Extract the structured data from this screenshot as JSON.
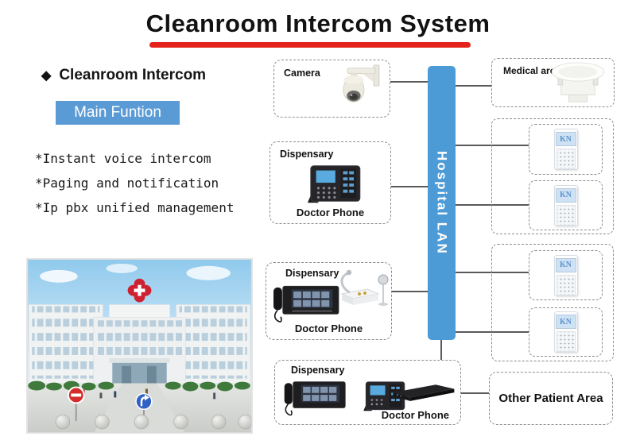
{
  "title": {
    "text": "Cleanroom Intercom System"
  },
  "colors": {
    "title_underline_red": "#e3231c",
    "accent_blue": "#5b9bd5",
    "lan_bar_blue": "#4d9bd6",
    "connector_gray": "#5a5a5a"
  },
  "intro": {
    "bullet_icon": "◆",
    "heading": "Cleanroom Intercom",
    "main_function_label": "Main Funtion",
    "features": [
      "*Instant voice intercom",
      "*Paging and notification",
      "*Ip pbx unified management"
    ]
  },
  "diagram": {
    "hospital_lan_label": "Hospital LAN",
    "camera": {
      "label": "Camera"
    },
    "dispensary_top": {
      "label": "Dispensary",
      "device_label": "Doctor Phone"
    },
    "dispensary_mid": {
      "label": "Dispensary",
      "device_label": "Doctor Phone"
    },
    "dispensary_bottom": {
      "label": "Dispensary",
      "device_label": "Doctor Phone"
    },
    "medical_area": {
      "label": "Medical area"
    },
    "patient_groups": [
      {
        "units": [
          "KN",
          "KN"
        ]
      },
      {
        "units": [
          "KN",
          "KN"
        ]
      }
    ],
    "other_patient_area": {
      "label": "Other Patient Area"
    }
  }
}
